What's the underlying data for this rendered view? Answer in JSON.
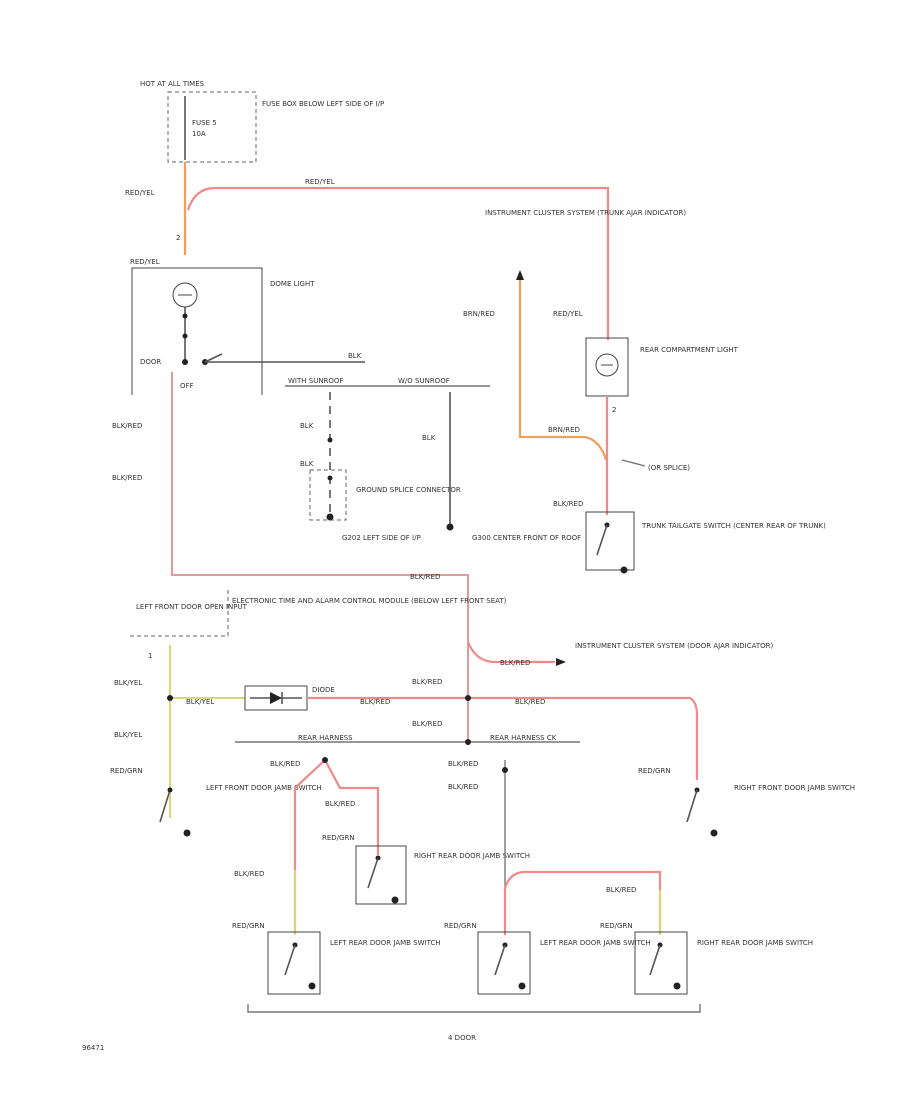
{
  "labels": {
    "hot_at_all_times": "HOT AT ALL TIMES",
    "fuse": "FUSE 5",
    "fuse_amps": "10A",
    "fuse_box": "FUSE BOX BELOW LEFT SIDE OF I/P",
    "red_yel": "RED/YEL",
    "dome_light": "DOME LIGHT",
    "door": "DOOR",
    "off": "OFF",
    "blk": "BLK",
    "with_sunroof": "WITH SUNROOF",
    "w_o_sunroof": "W/O SUNROOF",
    "ground_splice": "GROUND SPLICE CONNECTOR",
    "g202": "G202 LEFT SIDE OF I/P",
    "g300": "G300 CENTER FRONT OF ROOF",
    "instrument_cluster_trunk": "INSTRUMENT CLUSTER SYSTEM (TRUNK AJAR INDICATOR)",
    "brn_red": "BRN/RED",
    "rear_compartment_light": "REAR COMPARTMENT LIGHT",
    "or_splice": "(OR SPLICE)",
    "trunk_switch": "TRUNK TAILGATE SWITCH (CENTER REAR OF TRUNK)",
    "blk_red": "BLK/RED",
    "left_front_door_open_input": "LEFT FRONT DOOR OPEN INPUT",
    "etacm": "ELECTRONIC TIME AND ALARM CONTROL MODULE (BELOW LEFT FRONT SEAT)",
    "instrument_cluster_door": "INSTRUMENT CLUSTER SYSTEM (DOOR AJAR INDICATOR)",
    "blk_yel": "BLK/YEL",
    "diode": "DIODE",
    "rear_harness": "REAR HARNESS",
    "rear_harness_ck": "REAR HARNESS CK",
    "red_grn": "RED/GRN",
    "left_front_jamb": "LEFT FRONT DOOR JAMB SWITCH",
    "right_front_jamb": "RIGHT FRONT DOOR JAMB SWITCH",
    "right_rear_jamb": "RIGHT REAR DOOR JAMB SWITCH",
    "left_rear_jamb": "LEFT REAR DOOR JAMB SWITCH",
    "four_door": "4 DOOR",
    "fig_code": "96471",
    "pin1": "1",
    "pin2": "2"
  },
  "colors": {
    "red_wire": "#f08a8a",
    "orange_wire": "#f0a05a",
    "yellow_wire": "#d8d870",
    "ground_wire": "#777777"
  }
}
